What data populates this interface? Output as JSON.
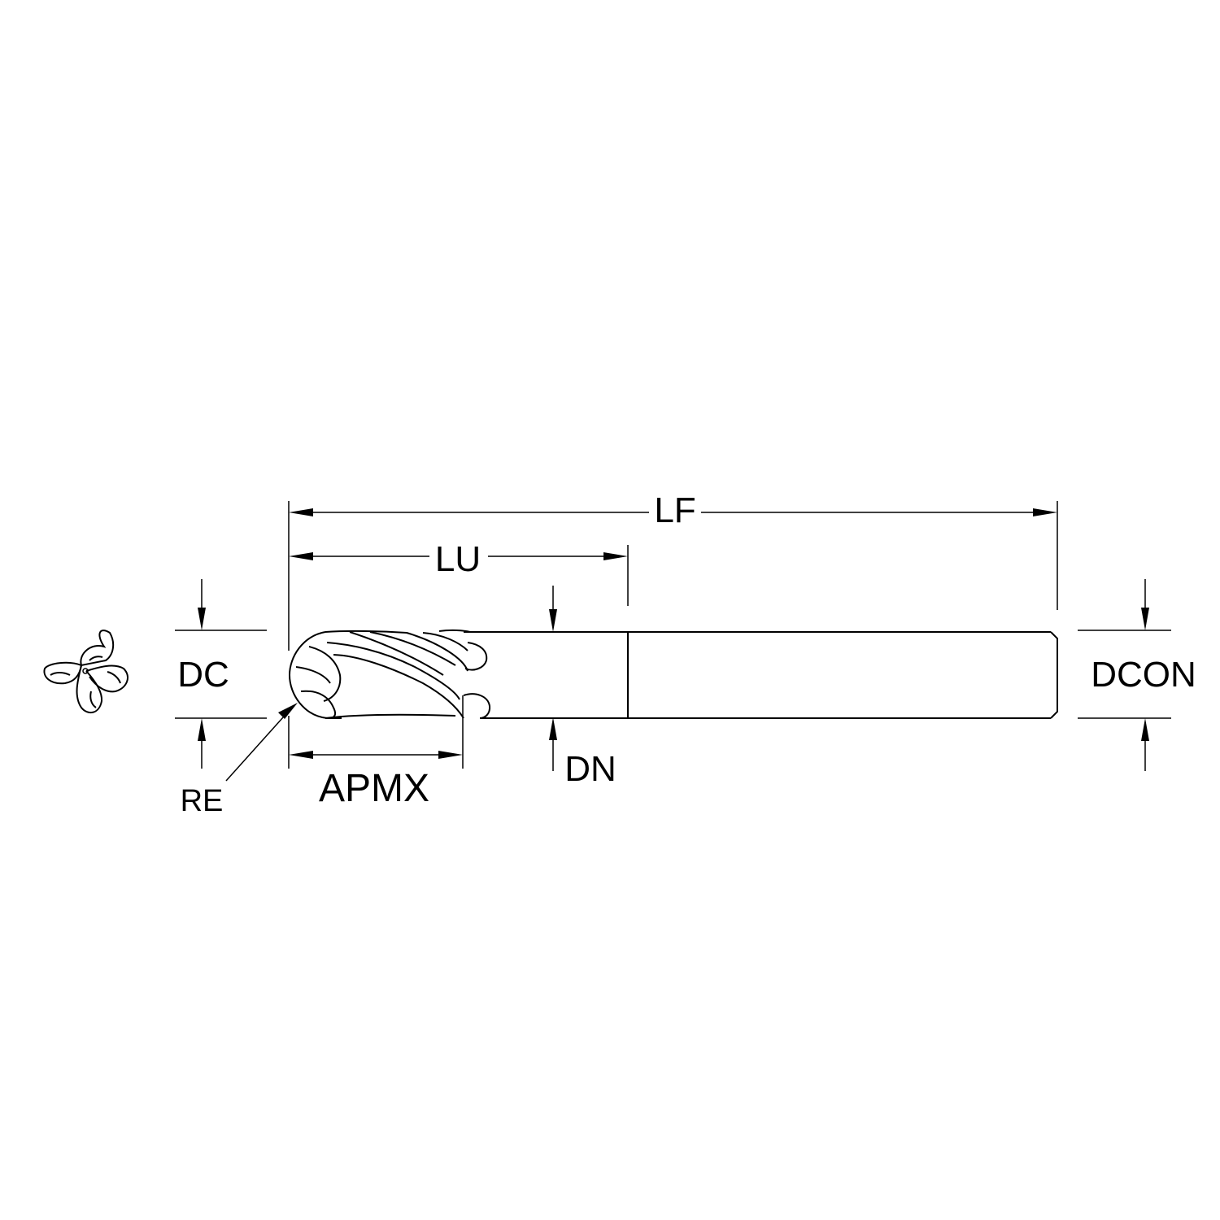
{
  "diagram": {
    "labels": {
      "lf": "LF",
      "lu": "LU",
      "dc": "DC",
      "dcon": "DCON",
      "dn": "DN",
      "re": "RE",
      "apmx": "APMX"
    },
    "colors": {
      "ink": "#000000",
      "background": "#ffffff"
    }
  }
}
